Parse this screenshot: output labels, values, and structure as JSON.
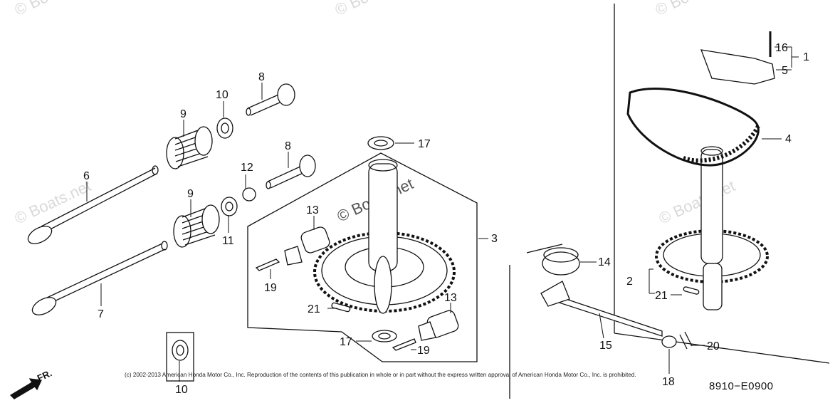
{
  "watermark": "© Boats.net",
  "direction_label": "FR.",
  "copyright": "(c) 2002-2013 American Honda Motor Co., Inc. Reproduction of the contents of this publication in whole or in part without the express written approval of American Honda Motor Co., Inc. is prohibited.",
  "figure_code": "8910−E0900",
  "callouts": [
    "1",
    "2",
    "3",
    "4",
    "5",
    "6",
    "7",
    "8",
    "8",
    "9",
    "9",
    "10",
    "10",
    "11",
    "12",
    "13",
    "13",
    "14",
    "15",
    "16",
    "17",
    "17",
    "18",
    "19",
    "19",
    "20",
    "21",
    "21"
  ]
}
